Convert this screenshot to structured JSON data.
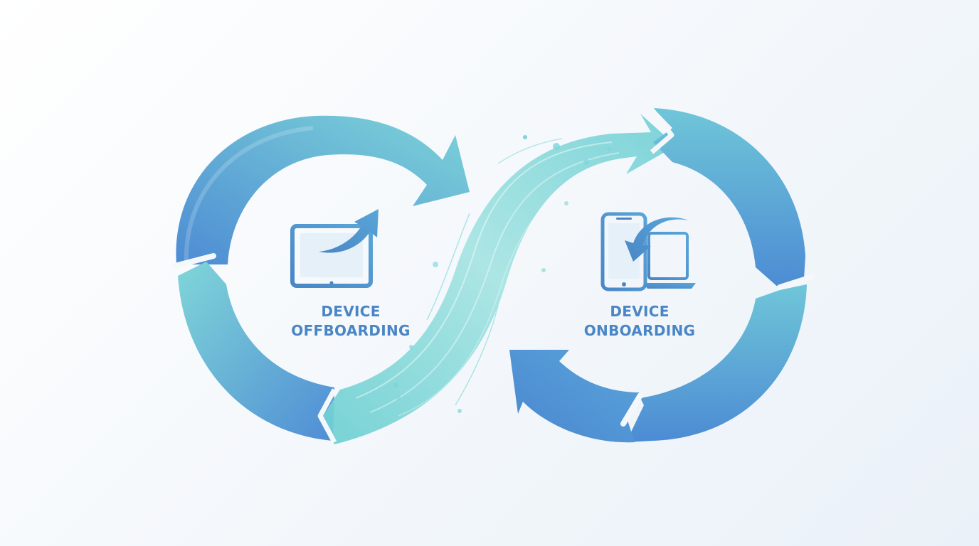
{
  "colors": {
    "deep_blue": "#4f8fd6",
    "mid_blue": "#5ba4da",
    "teal": "#79d3d8",
    "icon_blue": "#4a86c5",
    "background": "#f3f7fb"
  },
  "offboarding": {
    "icon": "tablet-export-arrow-icon",
    "label_line1": "DEVICE",
    "label_line2": "OFFBOARDING"
  },
  "onboarding": {
    "icon": "phone-laptop-import-arrow-icon",
    "label_line1": "DEVICE",
    "label_line2": "ONBOARDING"
  }
}
